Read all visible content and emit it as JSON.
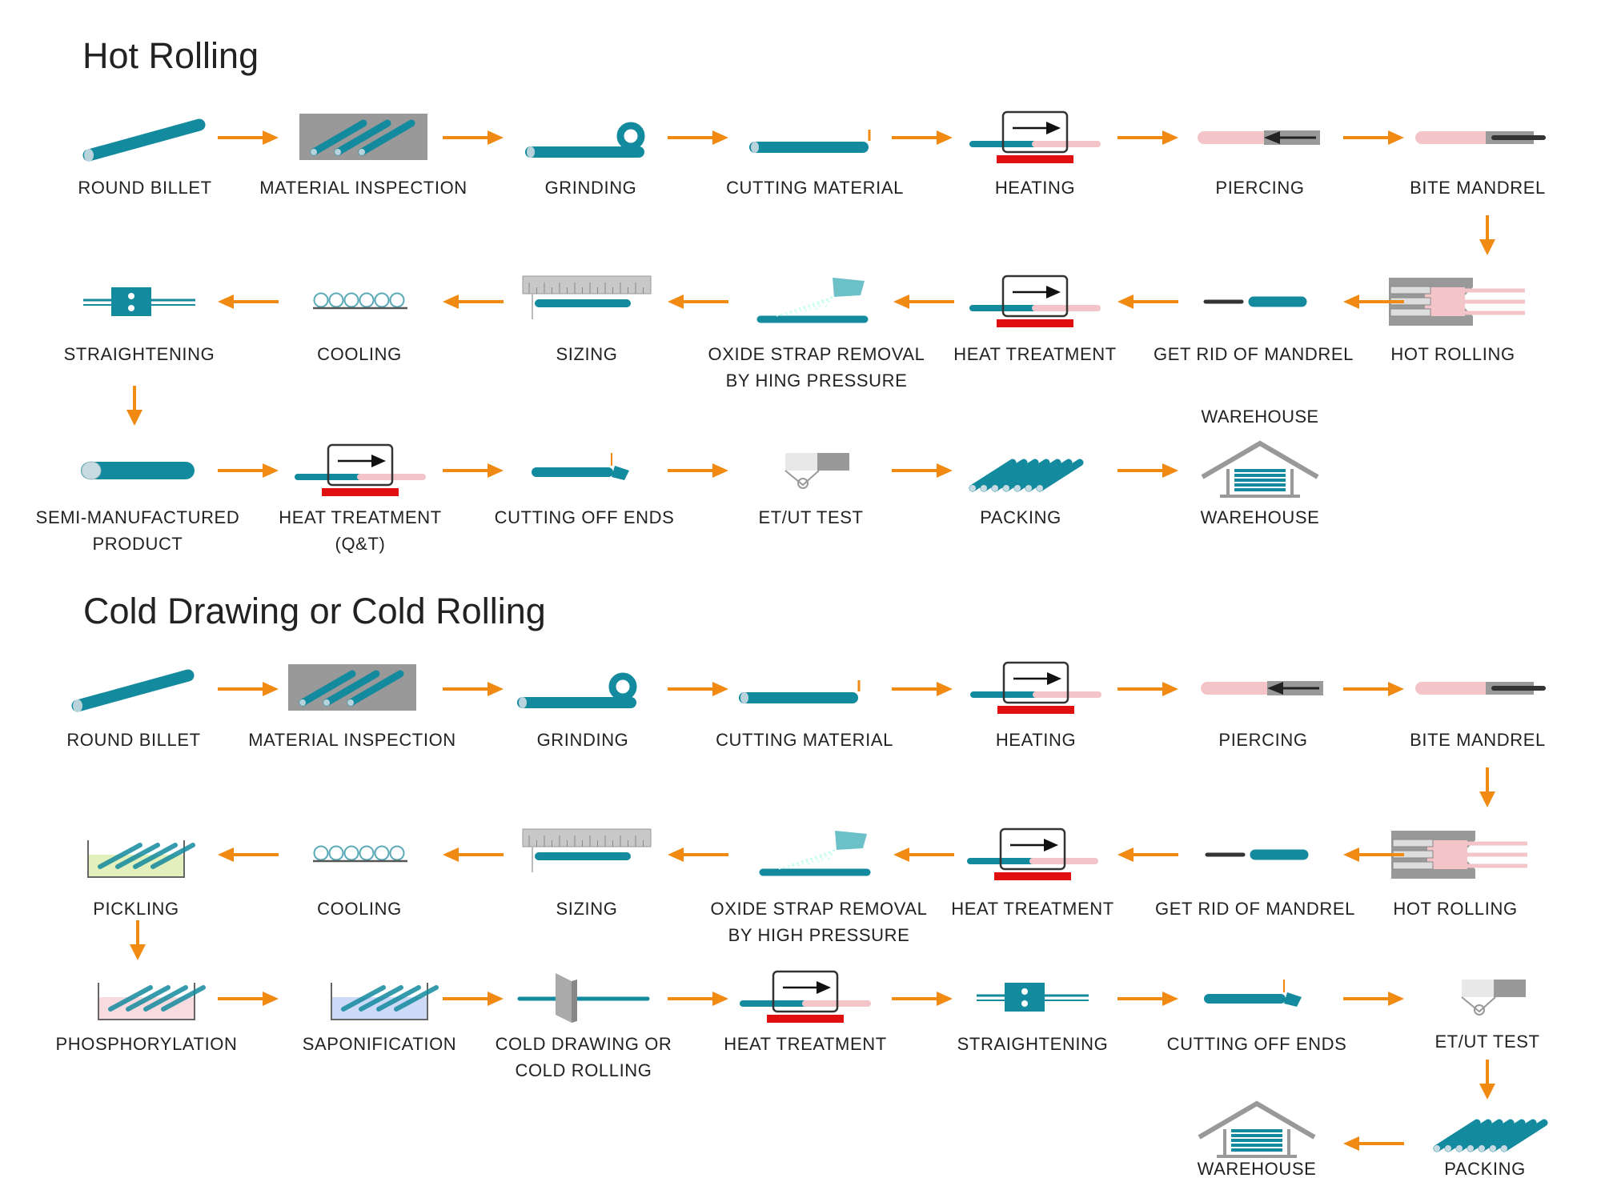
{
  "colors": {
    "pipe": "#138a9e",
    "arrow": "#f08a12",
    "heat": "#e01010",
    "pink": "#f3c4c8",
    "gray": "#999999"
  },
  "sections": [
    {
      "title": "Hot Rolling",
      "extra_label": "WAREHOUSE",
      "steps": [
        {
          "label": "ROUND BILLET",
          "icon": "billet"
        },
        {
          "label": "MATERIAL INSPECTION",
          "icon": "inspection"
        },
        {
          "label": "GRINDING",
          "icon": "grinding"
        },
        {
          "label": "CUTTING MATERIAL",
          "icon": "cutting"
        },
        {
          "label": "HEATING",
          "icon": "heating"
        },
        {
          "label": "PIERCING",
          "icon": "piercing"
        },
        {
          "label": "BITE MANDREL",
          "icon": "bite-mandrel"
        },
        {
          "label": "HOT ROLLING",
          "icon": "hot-rolling"
        },
        {
          "label": "GET RID OF MANDREL",
          "icon": "get-rid-mandrel"
        },
        {
          "label": "HEAT TREATMENT",
          "icon": "heating"
        },
        {
          "label": "OXIDE STRAP REMOVAL\nBY HING PRESSURE",
          "icon": "oxide"
        },
        {
          "label": "SIZING",
          "icon": "sizing"
        },
        {
          "label": "COOLING",
          "icon": "cooling"
        },
        {
          "label": "STRAIGHTENING",
          "icon": "straightening"
        },
        {
          "label": "SEMI-MANUFACTURED\nPRODUCT",
          "icon": "semi"
        },
        {
          "label": "HEAT TREATMENT\n(Q&T)",
          "icon": "heating"
        },
        {
          "label": "CUTTING OFF ENDS",
          "icon": "cutting-ends"
        },
        {
          "label": "ET/UT TEST",
          "icon": "et-ut"
        },
        {
          "label": "PACKING",
          "icon": "packing"
        },
        {
          "label": "WAREHOUSE",
          "icon": "warehouse"
        }
      ]
    },
    {
      "title": "Cold Drawing or Cold Rolling",
      "steps": [
        {
          "label": "ROUND BILLET",
          "icon": "billet"
        },
        {
          "label": "MATERIAL INSPECTION",
          "icon": "inspection"
        },
        {
          "label": "GRINDING",
          "icon": "grinding"
        },
        {
          "label": "CUTTING MATERIAL",
          "icon": "cutting"
        },
        {
          "label": "HEATING",
          "icon": "heating"
        },
        {
          "label": "PIERCING",
          "icon": "piercing"
        },
        {
          "label": "BITE MANDREL",
          "icon": "bite-mandrel"
        },
        {
          "label": "HOT ROLLING",
          "icon": "hot-rolling"
        },
        {
          "label": "GET RID OF MANDREL",
          "icon": "get-rid-mandrel"
        },
        {
          "label": "HEAT TREATMENT",
          "icon": "heating"
        },
        {
          "label": "OXIDE STRAP REMOVAL\nBY HIGH PRESSURE",
          "icon": "oxide"
        },
        {
          "label": "SIZING",
          "icon": "sizing"
        },
        {
          "label": "COOLING",
          "icon": "cooling"
        },
        {
          "label": "PICKLING",
          "icon": "pickling"
        },
        {
          "label": "PHOSPHORYLATION",
          "icon": "phosphorylation"
        },
        {
          "label": "SAPONIFICATION",
          "icon": "saponification"
        },
        {
          "label": "COLD DRAWING OR\nCOLD ROLLING",
          "icon": "cold-drawing"
        },
        {
          "label": "HEAT TREATMENT",
          "icon": "heating"
        },
        {
          "label": "STRAIGHTENING",
          "icon": "straightening"
        },
        {
          "label": "CUTTING OFF ENDS",
          "icon": "cutting-ends"
        },
        {
          "label": "ET/UT TEST",
          "icon": "et-ut"
        },
        {
          "label": "PACKING",
          "icon": "packing"
        },
        {
          "label": "WAREHOUSE",
          "icon": "warehouse"
        }
      ]
    }
  ]
}
